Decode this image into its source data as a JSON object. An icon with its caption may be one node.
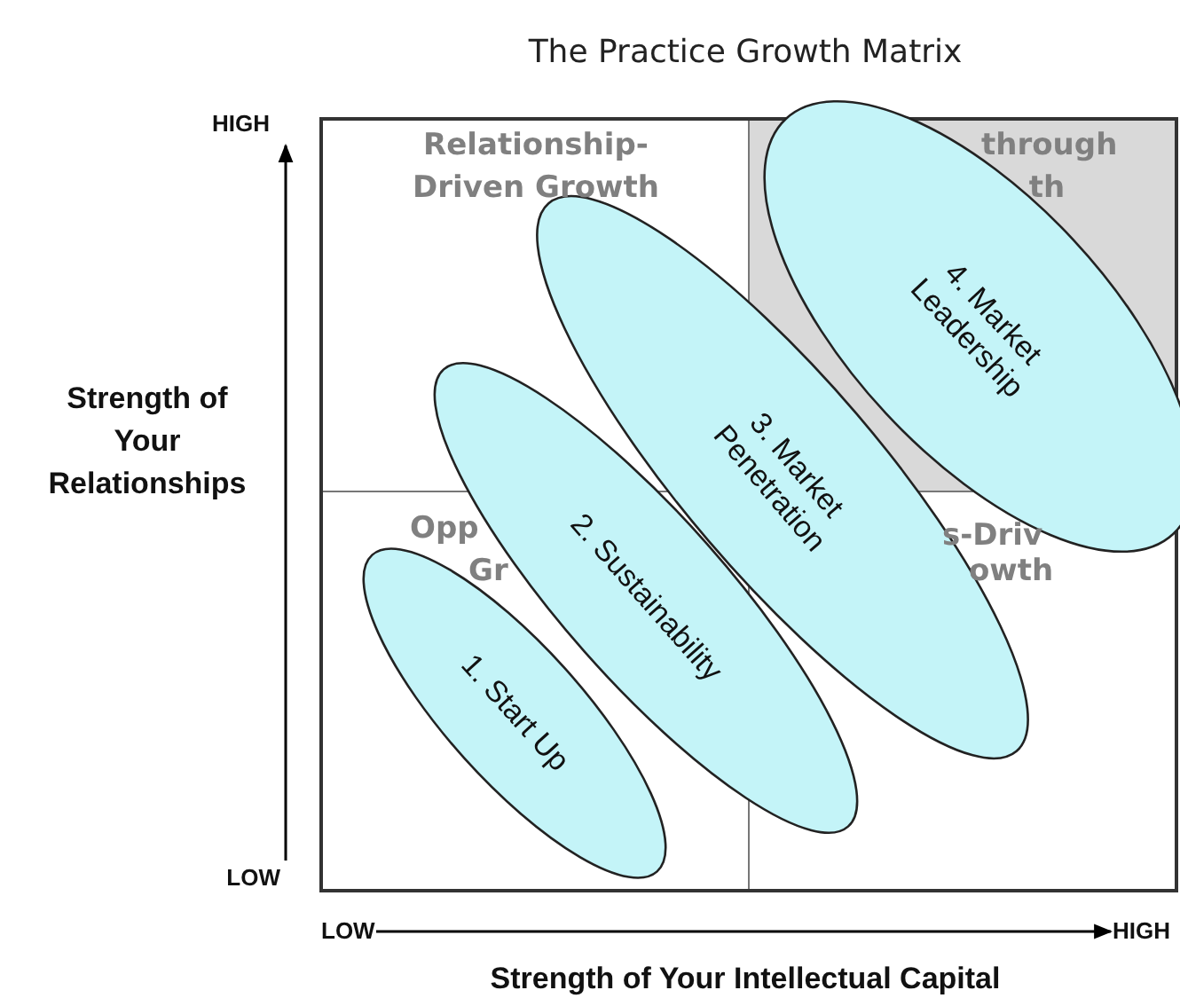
{
  "diagram": {
    "title": "The Practice Growth Matrix",
    "nodes": [
      {
        "text": [
          "1. Start Up"
        ]
      },
      {
        "text": [
          "2. Sustainability"
        ]
      },
      {
        "text": [
          "3. Market Penetration"
        ]
      },
      {
        "text": [
          "4. Market Leadership"
        ]
      }
    ],
    "labels": [
      "HIGH",
      "Relationship- Driven Growth",
      "through",
      "th",
      "Strength of Your Relationships",
      "Opp",
      "Gr",
      "s-Driv",
      "owth",
      "LOW",
      "LOW",
      "HIGH",
      "Strength of Your Intellectual Capital"
    ]
  }
}
